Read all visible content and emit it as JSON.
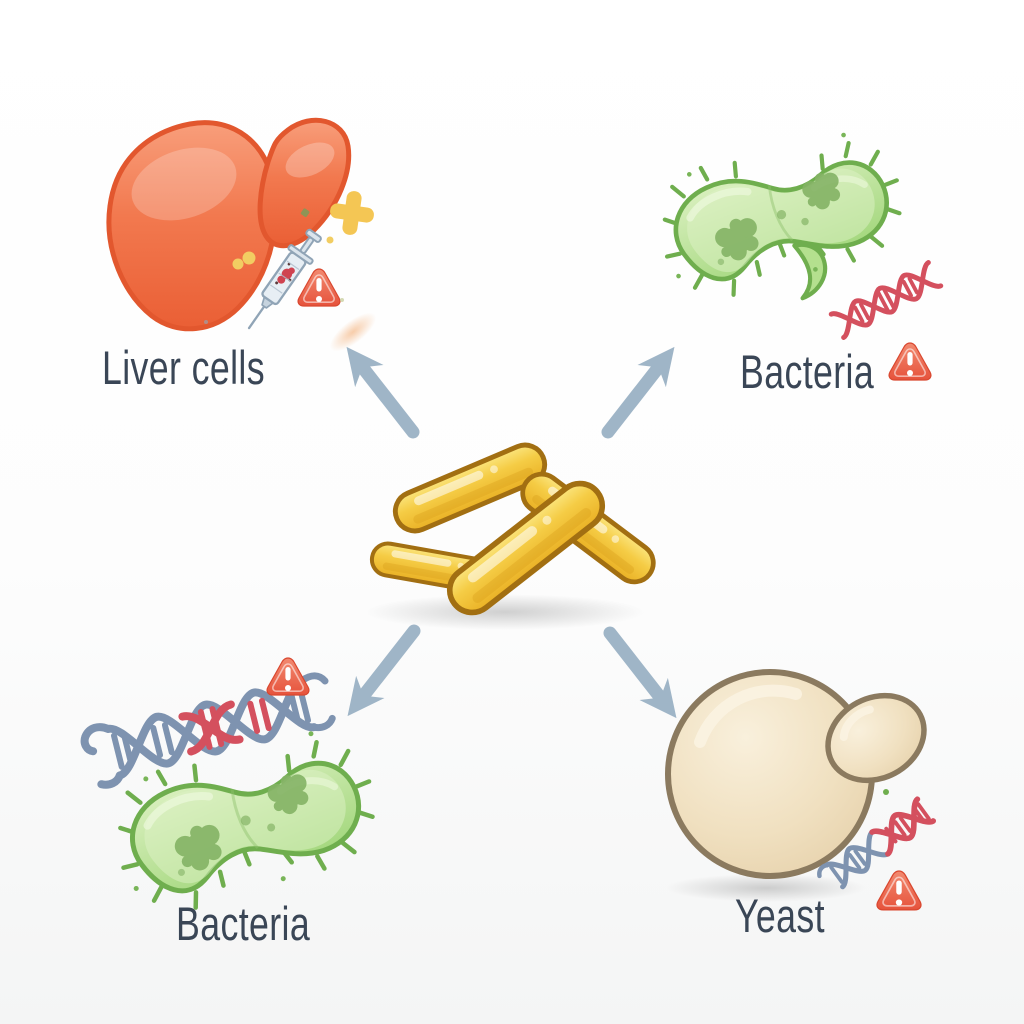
{
  "diagram": {
    "center_icon": "yellow-rod-capsules",
    "quadrants": [
      {
        "position": "top-left",
        "label": "Liver cells",
        "icons": [
          "liver",
          "syringe",
          "plus-sign",
          "warning-triangle"
        ]
      },
      {
        "position": "top-right",
        "label": "Bacteria",
        "icons": [
          "bacterium",
          "dna-helix",
          "warning-triangle"
        ]
      },
      {
        "position": "bottom-left",
        "label": "Bacteria",
        "icons": [
          "dna-helix",
          "warning-triangle",
          "bacterium"
        ]
      },
      {
        "position": "bottom-right",
        "label": "Yeast",
        "icons": [
          "yeast-cell",
          "dna-helix",
          "warning-triangle"
        ]
      }
    ],
    "arrows": [
      {
        "from": "center",
        "to": "top-left"
      },
      {
        "from": "center",
        "to": "top-right"
      },
      {
        "from": "center",
        "to": "bottom-left"
      },
      {
        "from": "center",
        "to": "bottom-right"
      }
    ]
  },
  "colors": {
    "label": "#3a4656",
    "arrow": "#9fb5c7",
    "liver-fill": "#f2794f",
    "liver-outline": "#e2572e",
    "bacteria-fill": "#b9e394",
    "bacteria-outline": "#6fae4e",
    "yeast-fill": "#f0e0c0",
    "yeast-outline": "#8b7a5f",
    "rod-fill": "#f5cc45",
    "rod-outline": "#a26f12",
    "warning-red": "#e6533c",
    "dna-blue": "#7e93b0",
    "dna-red": "#d4505e",
    "syringe-blue": "#90a4b6",
    "plus-yellow": "#f4c654"
  }
}
